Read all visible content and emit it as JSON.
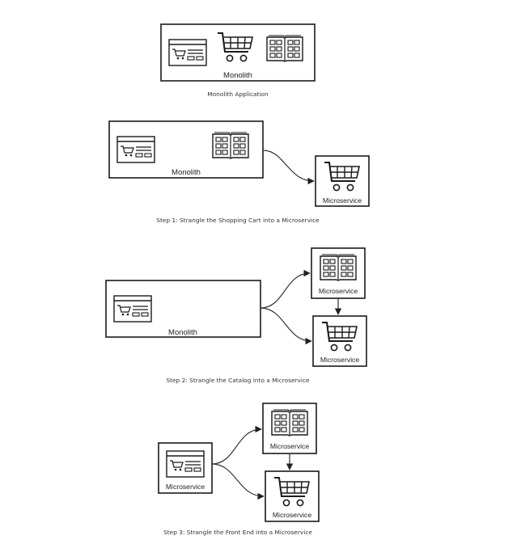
{
  "captions": {
    "monolith_application": "Monolith Application",
    "step1": "Step 1: Strangle the Shopping Cart into a Microservice",
    "step2": "Step 2: Strangle the Catalog into a Microservice",
    "step3": "Step 3: Strangle the Front End into a Microservice"
  },
  "labels": {
    "monolith": "Monolith",
    "microservice": "Microservice"
  },
  "icons": [
    "frontend-screen-icon",
    "shopping-cart-icon",
    "catalog-book-icon"
  ],
  "colors": {
    "stroke": "#1a1a1a",
    "background": "#ffffff"
  }
}
